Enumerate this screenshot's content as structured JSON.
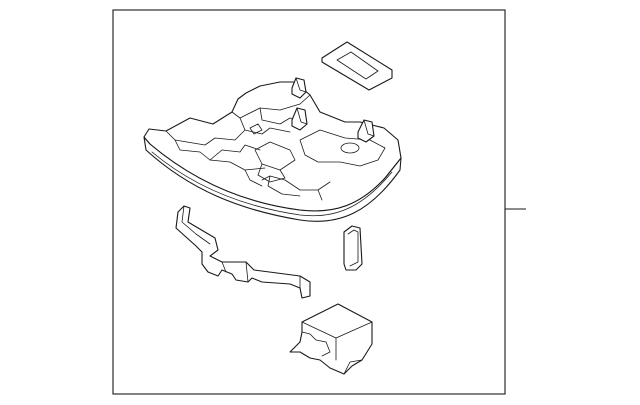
{
  "diagram": {
    "kind": "exploded parts diagram",
    "line_color": "#1a1a1a",
    "background": "#ffffff",
    "components": [
      "overhead-console-housing",
      "lens-cover",
      "mounting-bracket",
      "switch-clip",
      "wiring-connector-module"
    ]
  }
}
